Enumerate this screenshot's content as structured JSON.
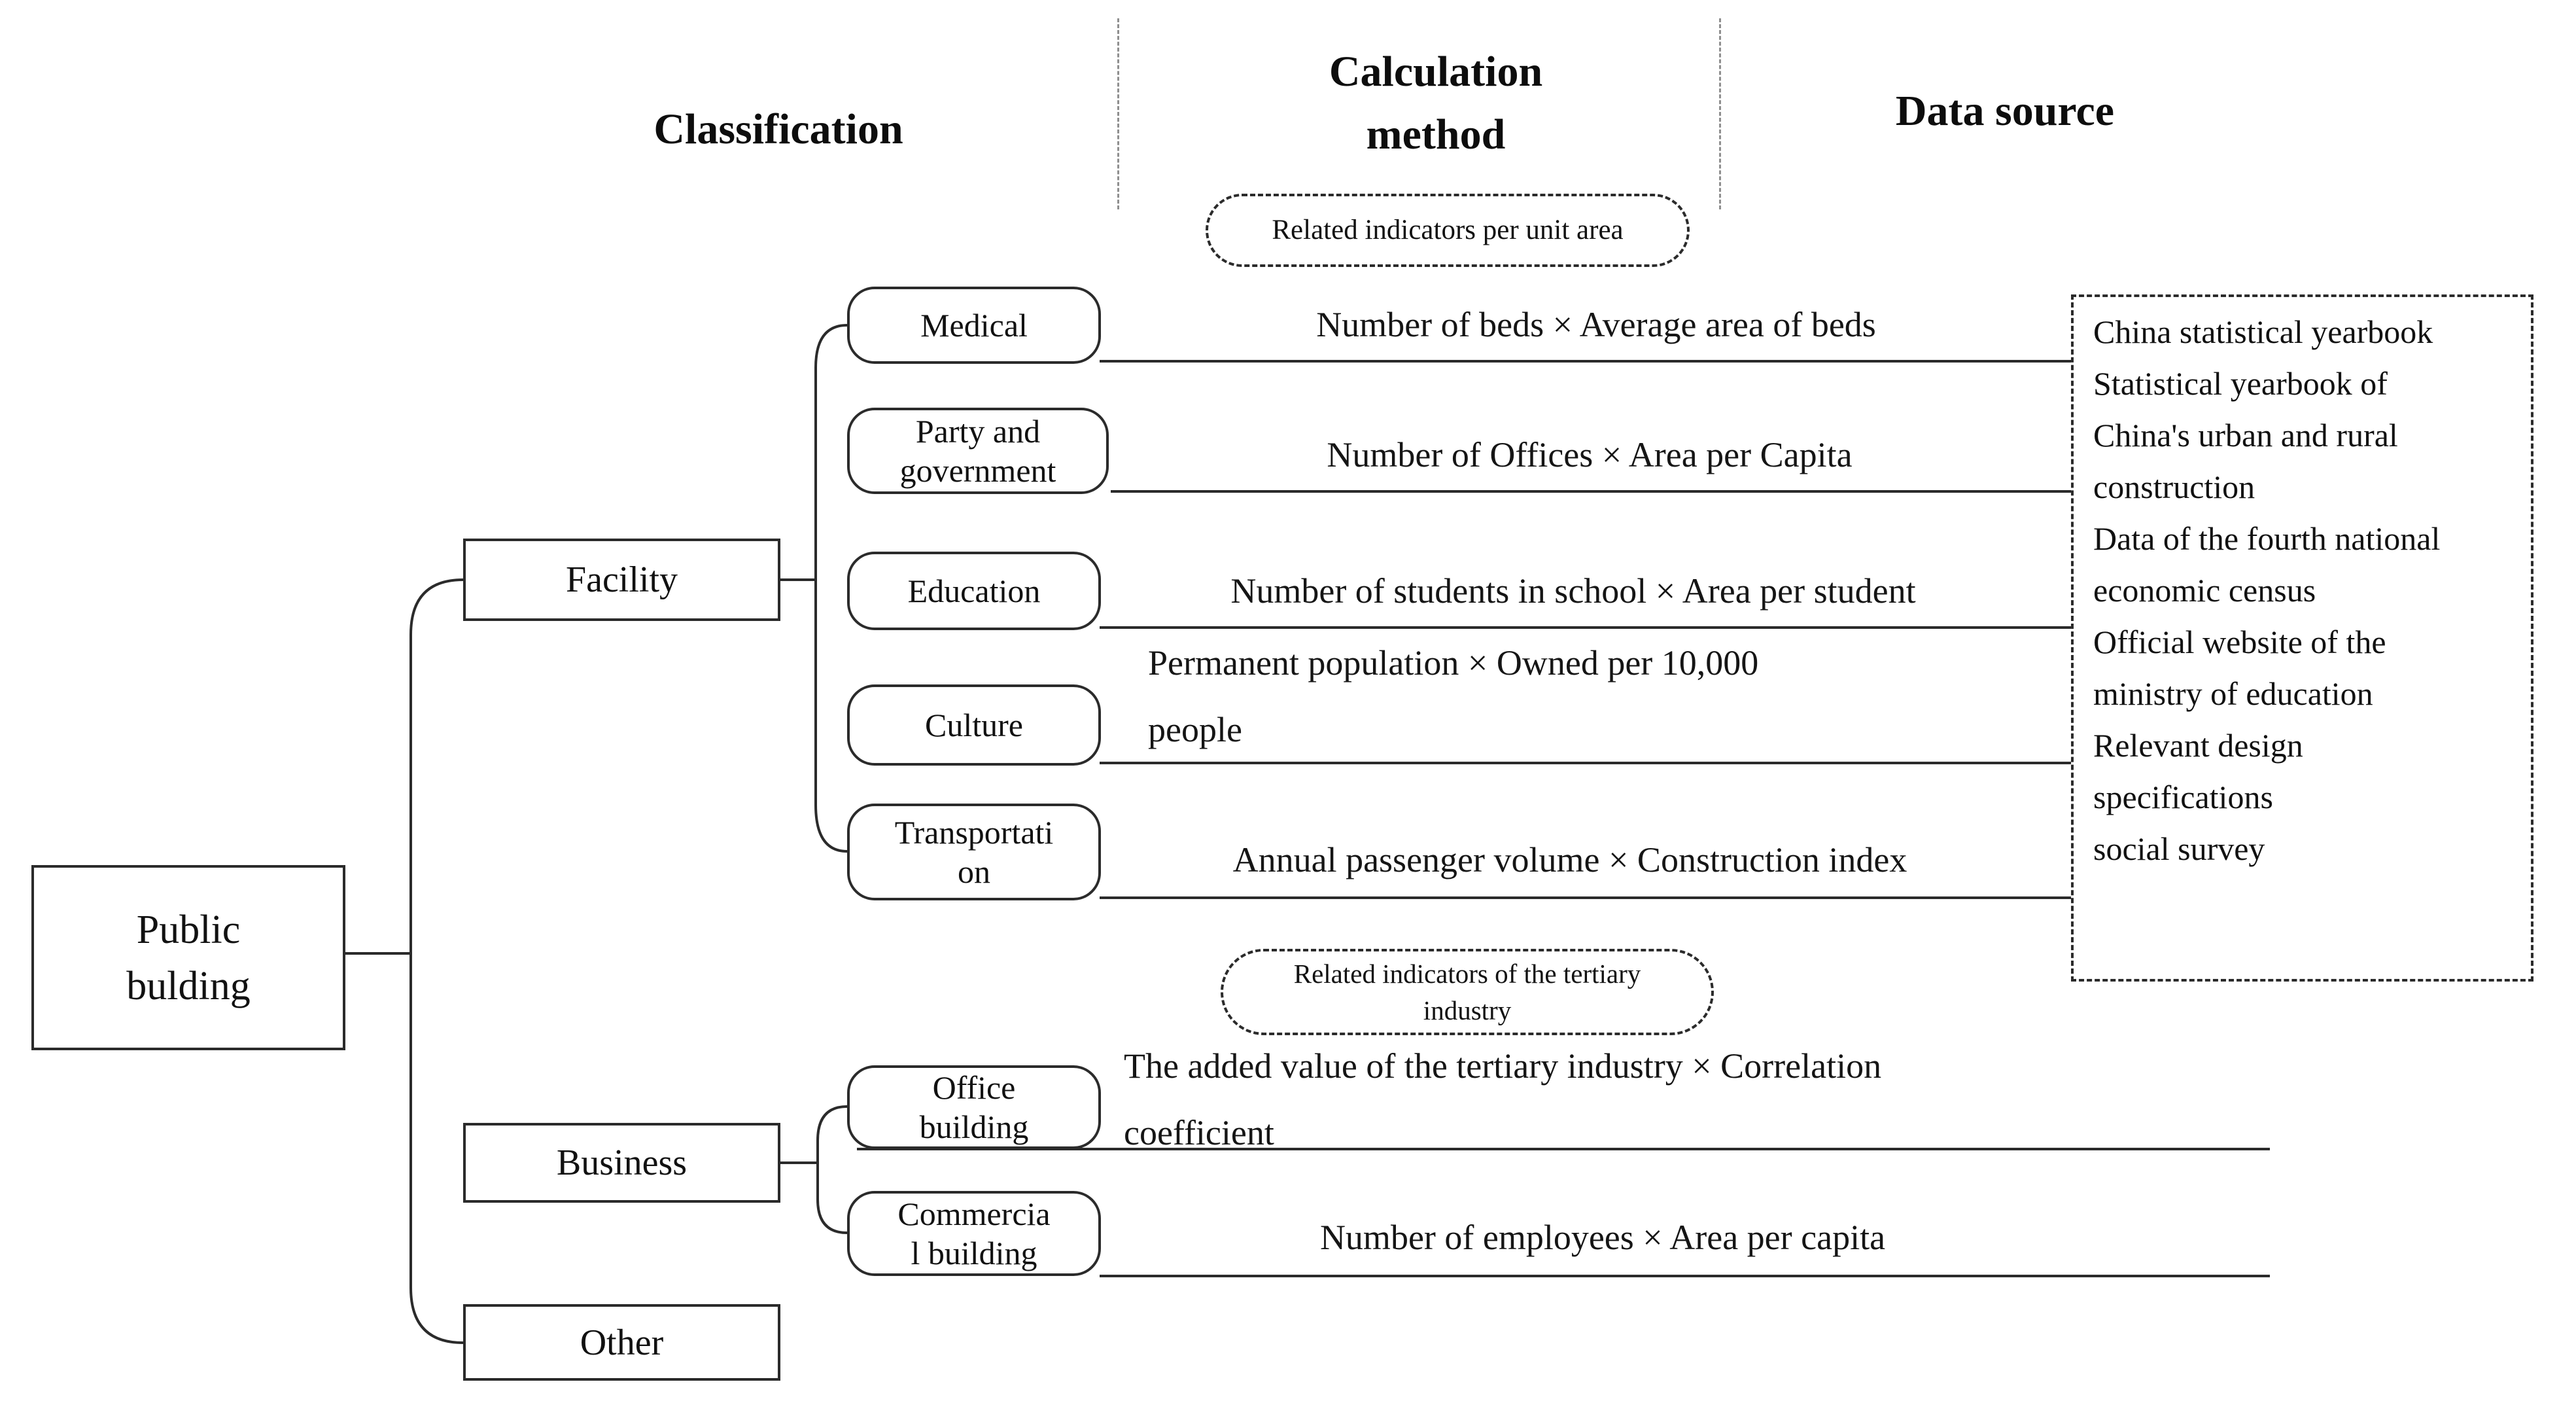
{
  "header": {
    "classification": "Classification",
    "calculation_method": "Calculation method",
    "data_source": "Data source"
  },
  "root": {
    "label_lines": [
      "Public",
      "bulding"
    ]
  },
  "categories": {
    "facility": "Facility",
    "business": "Business",
    "other": "Other"
  },
  "facility_children": {
    "medical": {
      "label": "Medical",
      "method": "Number of beds × Average area of beds"
    },
    "party": {
      "label_lines": [
        "Party and",
        "government"
      ],
      "method": "Number of Offices × Area per Capita"
    },
    "education": {
      "label": "Education",
      "method": "Number of students in school × Area per student"
    },
    "culture": {
      "label": "Culture",
      "method_lines": [
        "Permanent population × Owned per 10,000",
        "people"
      ]
    },
    "transportation": {
      "label_lines": [
        "Transportati",
        "on"
      ],
      "method": "Annual passenger volume × Construction index"
    }
  },
  "business_children": {
    "office": {
      "label_lines": [
        "Office",
        "building"
      ],
      "method_lines": [
        "The added value of the tertiary industry × Correlation",
        "coefficient"
      ]
    },
    "commercial": {
      "label_lines": [
        "Commercia",
        "l building"
      ],
      "method": "Number of employees × Area per capita"
    }
  },
  "capsules": {
    "unit_area": "Related indicators per unit area",
    "tertiary_lines": [
      "Related indicators of the tertiary",
      "industry"
    ]
  },
  "data_sources": [
    "China statistical yearbook",
    "Statistical yearbook of China's urban and rural construction",
    "Data of the fourth national economic census",
    "Official website of the ministry of education",
    "Relevant design specifications",
    "social survey"
  ]
}
